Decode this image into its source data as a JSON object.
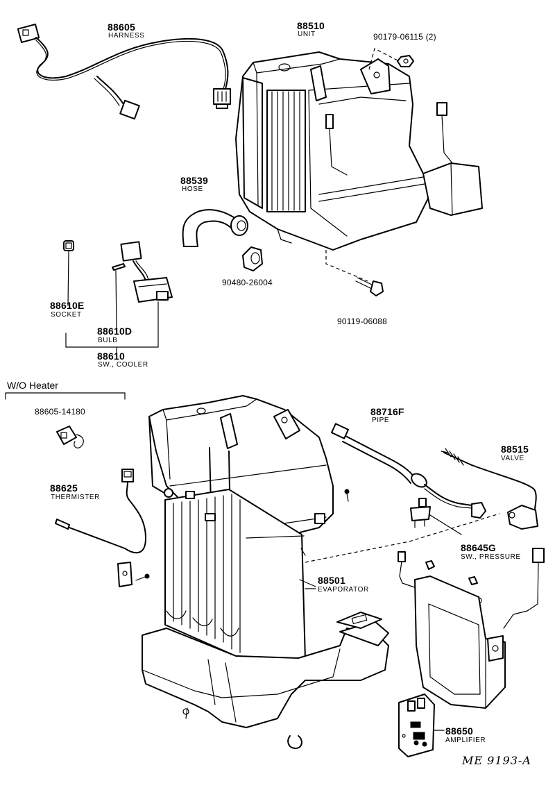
{
  "section_label": "W/O Heater",
  "drawing_ref": "ME 9193-A",
  "parts": [
    {
      "id": "harness",
      "number": "88605",
      "name": "HARNESS"
    },
    {
      "id": "unit",
      "number": "88510",
      "name": "UNIT"
    },
    {
      "id": "nut",
      "number": "90179-06115 (2)",
      "name": ""
    },
    {
      "id": "hose",
      "number": "88539",
      "name": "HOSE"
    },
    {
      "id": "grommet",
      "number": "90480-26004",
      "name": ""
    },
    {
      "id": "bolt",
      "number": "90119-06088",
      "name": ""
    },
    {
      "id": "socket",
      "number": "88610E",
      "name": "SOCKET"
    },
    {
      "id": "bulb",
      "number": "88610D",
      "name": "BULB"
    },
    {
      "id": "cooler-switch",
      "number": "88610",
      "name": "SW., COOLER"
    },
    {
      "id": "harness-wo-heater",
      "number": "88605-14180",
      "name": ""
    },
    {
      "id": "pipe",
      "number": "88716F",
      "name": "PIPE"
    },
    {
      "id": "valve",
      "number": "88515",
      "name": "VALVE"
    },
    {
      "id": "thermister",
      "number": "88625",
      "name": "THERMISTER"
    },
    {
      "id": "pressure-switch",
      "number": "88645G",
      "name": "SW., PRESSURE"
    },
    {
      "id": "evaporator",
      "number": "88501",
      "name": "EVAPORATOR"
    },
    {
      "id": "amplifier",
      "number": "88650",
      "name": "AMPLIFIER"
    }
  ]
}
